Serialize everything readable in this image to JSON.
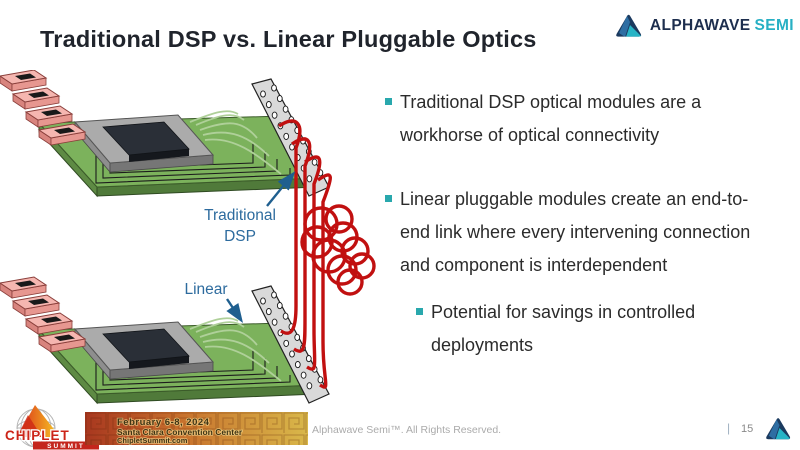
{
  "header": {
    "title": "Traditional DSP vs. Linear Pluggable Optics",
    "logo": {
      "brand": "ALPHAWAVE",
      "suffix": "SEMI"
    }
  },
  "bullets": {
    "items": [
      {
        "level": 1,
        "text": "Traditional DSP optical modules are a workhorse of optical connectivity"
      },
      {
        "level": 1,
        "text": "Linear pluggable modules create an end-to-end link where every intervening connection and component is interdependent"
      },
      {
        "level": 2,
        "text": "Potential for savings in controlled deployments"
      }
    ]
  },
  "diagram": {
    "top_label_line1": "Traditional",
    "top_label_line2": "DSP",
    "bottom_label": "Linear"
  },
  "footer": {
    "event": {
      "name": "CHIPLET",
      "name_sub": "SUMMIT",
      "date": "February 6-8, 2024",
      "venue": "Santa Clara Convention Center",
      "website": "ChipletSummit.com"
    },
    "copyright": "Alphawave Semi™. All Rights Reserved.",
    "divider": "|",
    "page_number": "15"
  },
  "colors": {
    "accent_teal": "#29A8AD",
    "brand_navy": "#1B3A5F",
    "brand_teal": "#27B0C4",
    "fiber_red": "#C11010",
    "pcb_green": "#7CB25C",
    "label_blue": "#2D6B9E"
  }
}
